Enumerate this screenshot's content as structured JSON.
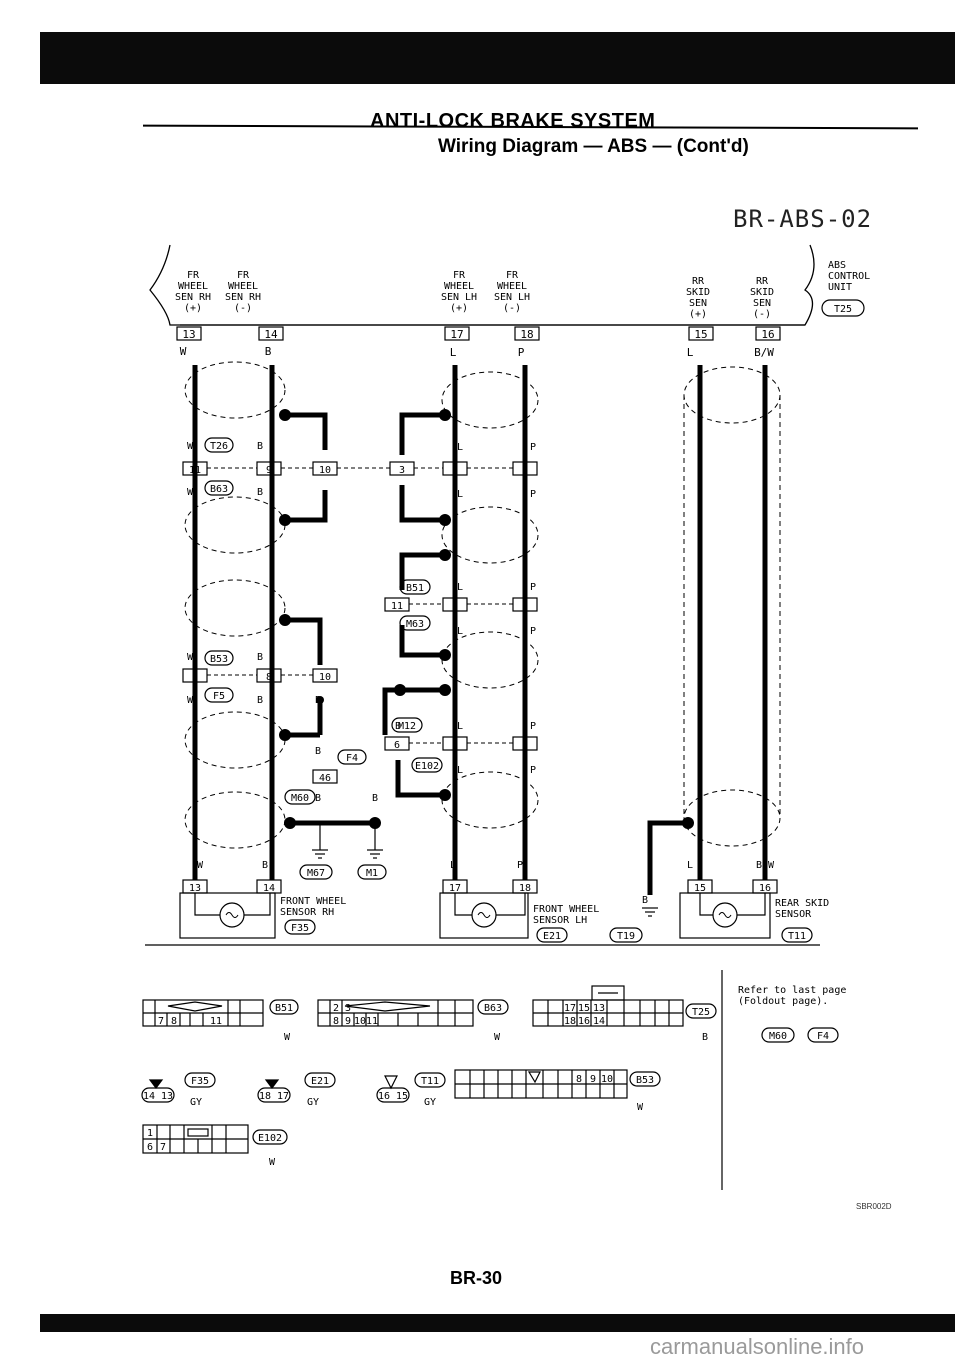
{
  "header": {
    "title": "ANTI-LOCK BRAKE SYSTEM",
    "subtitle": "Wiring Diagram — ABS — (Cont'd)",
    "diagram_id": "BR-ABS-02"
  },
  "abs_unit": {
    "label": "ABS\nCONTROL\nUNIT",
    "connector": "T25"
  },
  "terminal_labels": {
    "fr_rh_pos": "FR\nWHEEL\nSEN RH\n(+)",
    "fr_rh_neg": "FR\nWHEEL\nSEN RH\n(-)",
    "fr_lh_pos": "FR\nWHEEL\nSEN LH\n(+)",
    "fr_lh_neg": "FR\nWHEEL\nSEN LH\n(-)",
    "rr_pos": "RR\nSKID\nSEN\n(+)",
    "rr_neg": "RR\nSKID\nSEN\n(-)"
  },
  "sensors": {
    "front_rh": {
      "label": "FRONT WHEEL\nSENSOR RH",
      "connector": "F35"
    },
    "front_lh": {
      "label": "FRONT WHEEL\nSENSOR LH",
      "connector": "E21"
    },
    "rear": {
      "label": "REAR SKID\nSENSOR",
      "connector": "T11"
    }
  },
  "refer_note": "Refer to last page\n(Foldout page).",
  "refer_connectors": "M60 , F4",
  "page_number": "BR-30",
  "figure_code": "SBR002D",
  "watermark": "carmanualsonline.info"
}
